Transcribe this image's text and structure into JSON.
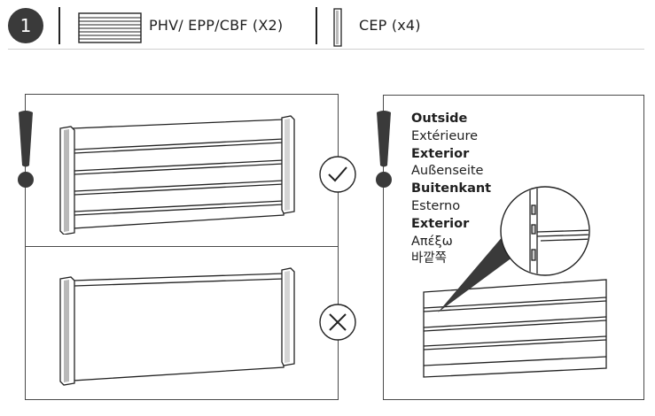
{
  "header": {
    "step_number": "1",
    "part_a_label": "PHV/ EPP/CBF (X2)",
    "part_b_label": "CEP (x4)"
  },
  "icons": {
    "step": "numbered-circle",
    "part_a": "slatted-panel-icon",
    "part_b": "post-profile-icon",
    "warning": "exclamation-mark-icon",
    "correct": "check-circle-icon",
    "incorrect": "cross-circle-icon",
    "zoom": "magnifier-callout"
  },
  "right_panel": {
    "labels": [
      {
        "text": "Outside",
        "bold": true
      },
      {
        "text": "Extérieure",
        "bold": false
      },
      {
        "text": "Exterior",
        "bold": true
      },
      {
        "text": "Außenseite",
        "bold": false
      },
      {
        "text": "Buitenkant",
        "bold": true
      },
      {
        "text": "Esterno",
        "bold": false
      },
      {
        "text": "Exterior",
        "bold": true
      },
      {
        "text": "Απέξω",
        "bold": false
      },
      {
        "text": "바깥쪽",
        "bold": false
      }
    ]
  },
  "colors": {
    "ink": "#1f1f1f",
    "badge": "#3a3a3a",
    "rule": "#cfcfcf"
  }
}
